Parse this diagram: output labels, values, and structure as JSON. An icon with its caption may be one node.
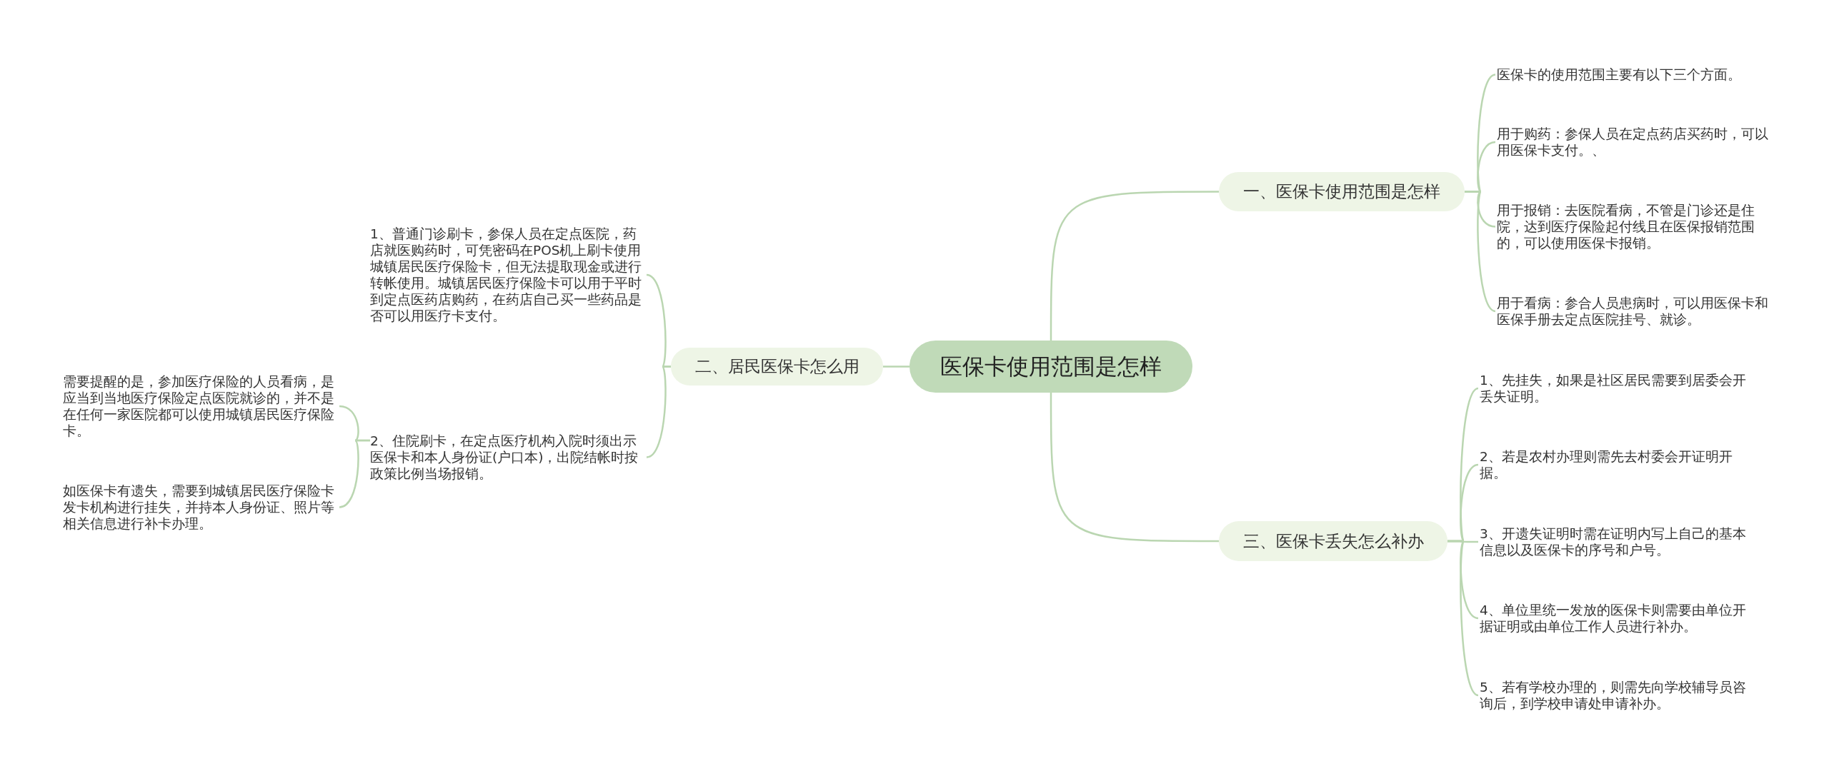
{
  "diagram": {
    "nodes": [
      {
        "text": [
          "医保卡使用范围是怎样"
        ]
      },
      {
        "text": [
          "一、医保卡使用范围是怎样"
        ]
      },
      {
        "text": [
          "医保卡的使用范围主要有以下三个方面。"
        ]
      },
      {
        "text": [
          "用于购药：参保人员在定点药店买药时，可以用医保卡支付。、"
        ]
      },
      {
        "text": [
          "用于报销：去医院看病，不管是门诊还是住院，达到医疗保险起付线且在医保报销范围的，可以使用医保卡报销。"
        ]
      },
      {
        "text": [
          "用于看病：参合人员患病时，可以用医保卡和医保手册去定点医院挂号、就诊。"
        ]
      },
      {
        "text": [
          "三、医保卡丢失怎么补办"
        ]
      },
      {
        "text": [
          "1、先挂失，如果是社区居民需要到居委会开丢失证明。"
        ]
      },
      {
        "text": [
          "2、若是农村办理则需先去村委会开证明开据。"
        ]
      },
      {
        "text": [
          "3、开遗失证明时需在证明内写上自己的基本信息以及医保卡的序号和户号。"
        ]
      },
      {
        "text": [
          "4、单位里统一发放的医保卡则需要由单位开据证明或由单位工作人员进行补办。"
        ]
      },
      {
        "text": [
          "5、若有学校办理的，则需先向学校辅导员咨询后，到学校申请处申请补办。"
        ]
      },
      {
        "text": [
          "二、居民医保卡怎么用"
        ]
      },
      {
        "text": [
          "1、普通门诊刷卡，参保人员在定点医院，药店就医购药时，可凭密码在POS机上刷卡使用城镇居民医疗保险卡，但无法提取现金或进行转帐使用。城镇居民医疗保险卡可以用于平时到定点医药店购药，在药店自己买一些药品是否可以用医疗卡支付。"
        ]
      },
      {
        "text": [
          "2、住院刷卡，在定点医疗机构入院时须出示医保卡和本人身份证(户口本)，出院结帐时按政策比例当场报销。"
        ]
      },
      {
        "text": [
          "需要提醒的是，参加医疗保险的人员看病，是应当到当地医疗保险定点医院就诊的，并不是在任何一家医院都可以使用城镇居民医疗保险卡。"
        ]
      },
      {
        "text": [
          "如医保卡有遗失，需要到城镇居民医疗保险卡发卡机构进行挂失，并持本人身份证、照片等相关信息进行补卡办理。"
        ]
      }
    ],
    "edges": [
      {
        "from": 0,
        "to": 1,
        "arrow": "none"
      },
      {
        "from": 1,
        "to": 2,
        "arrow": "none"
      },
      {
        "from": 1,
        "to": 3,
        "arrow": "none"
      },
      {
        "from": 1,
        "to": 4,
        "arrow": "none"
      },
      {
        "from": 1,
        "to": 5,
        "arrow": "none"
      },
      {
        "from": 0,
        "to": 6,
        "arrow": "none"
      },
      {
        "from": 6,
        "to": 7,
        "arrow": "none"
      },
      {
        "from": 6,
        "to": 8,
        "arrow": "none"
      },
      {
        "from": 6,
        "to": 9,
        "arrow": "none"
      },
      {
        "from": 6,
        "to": 10,
        "arrow": "none"
      },
      {
        "from": 6,
        "to": 11,
        "arrow": "none"
      },
      {
        "from": 0,
        "to": 12,
        "arrow": "none"
      },
      {
        "from": 12,
        "to": 13,
        "arrow": "none"
      },
      {
        "from": 12,
        "to": 14,
        "arrow": "none"
      },
      {
        "from": 14,
        "to": 15,
        "arrow": "none"
      },
      {
        "from": 14,
        "to": 16,
        "arrow": "none"
      }
    ]
  }
}
